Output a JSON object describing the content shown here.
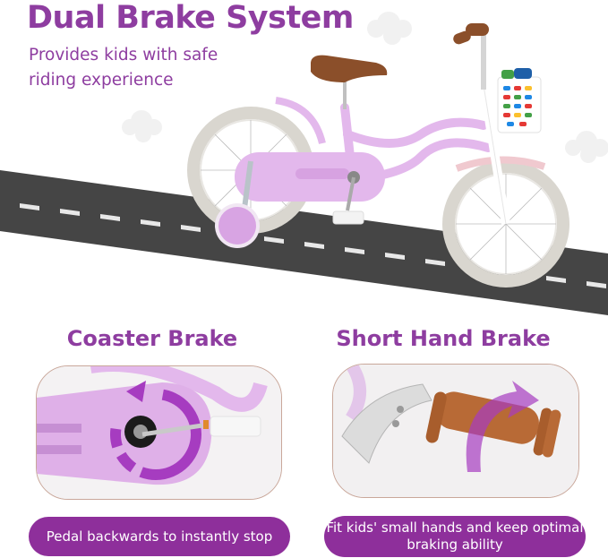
{
  "hero": {
    "title": "Dual Brake System",
    "subtitle": "Provides kids with safe riding experience"
  },
  "features": [
    {
      "title": "Coaster Brake",
      "caption": "Pedal backwards to instantly stop",
      "image": "coaster-brake-closeup"
    },
    {
      "title": "Short Hand Brake",
      "caption": "Fit kids' small hands and keep optimal braking ability",
      "image": "hand-brake-closeup"
    }
  ],
  "colors": {
    "accent": "#8e3da0",
    "pill": "#8e2f9b",
    "frame": "#e3b8ec",
    "road": "#454545",
    "saddle": "#8b4f2a"
  }
}
